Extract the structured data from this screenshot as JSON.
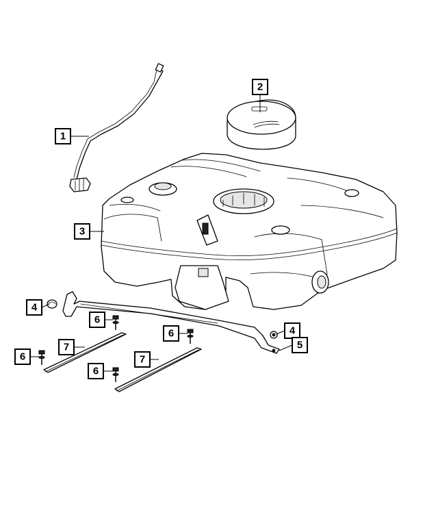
{
  "callouts": [
    {
      "id": "c1",
      "label": "1"
    },
    {
      "id": "c2",
      "label": "2"
    },
    {
      "id": "c3",
      "label": "3"
    },
    {
      "id": "c4a",
      "label": "4"
    },
    {
      "id": "c4b",
      "label": "4"
    },
    {
      "id": "c5",
      "label": "5"
    },
    {
      "id": "c6a",
      "label": "6"
    },
    {
      "id": "c6b",
      "label": "6"
    },
    {
      "id": "c6c",
      "label": "6"
    },
    {
      "id": "c6d",
      "label": "6"
    },
    {
      "id": "c7a",
      "label": "7"
    },
    {
      "id": "c7b",
      "label": "7"
    }
  ],
  "colors": {
    "line": "#000000",
    "background": "#ffffff",
    "shade": "#e6e6e6"
  }
}
